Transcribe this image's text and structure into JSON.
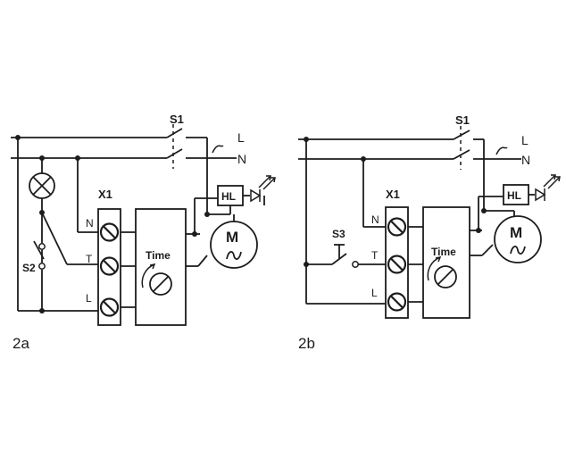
{
  "diagrams": [
    {
      "caption": "2a",
      "switch_label": "S1",
      "phase_label": "L",
      "neutral_label": "N",
      "terminal_block_label": "X1",
      "terminals": [
        "N",
        "T",
        "L"
      ],
      "timer_label": "Time",
      "indicator_label": "HL",
      "motor_label": "M",
      "extra_switch_label": "S2"
    },
    {
      "caption": "2b",
      "switch_label": "S1",
      "phase_label": "L",
      "neutral_label": "N",
      "terminal_block_label": "X1",
      "terminals": [
        "N",
        "T",
        "L"
      ],
      "timer_label": "Time",
      "indicator_label": "HL",
      "motor_label": "M",
      "extra_switch_label": "S3"
    }
  ]
}
